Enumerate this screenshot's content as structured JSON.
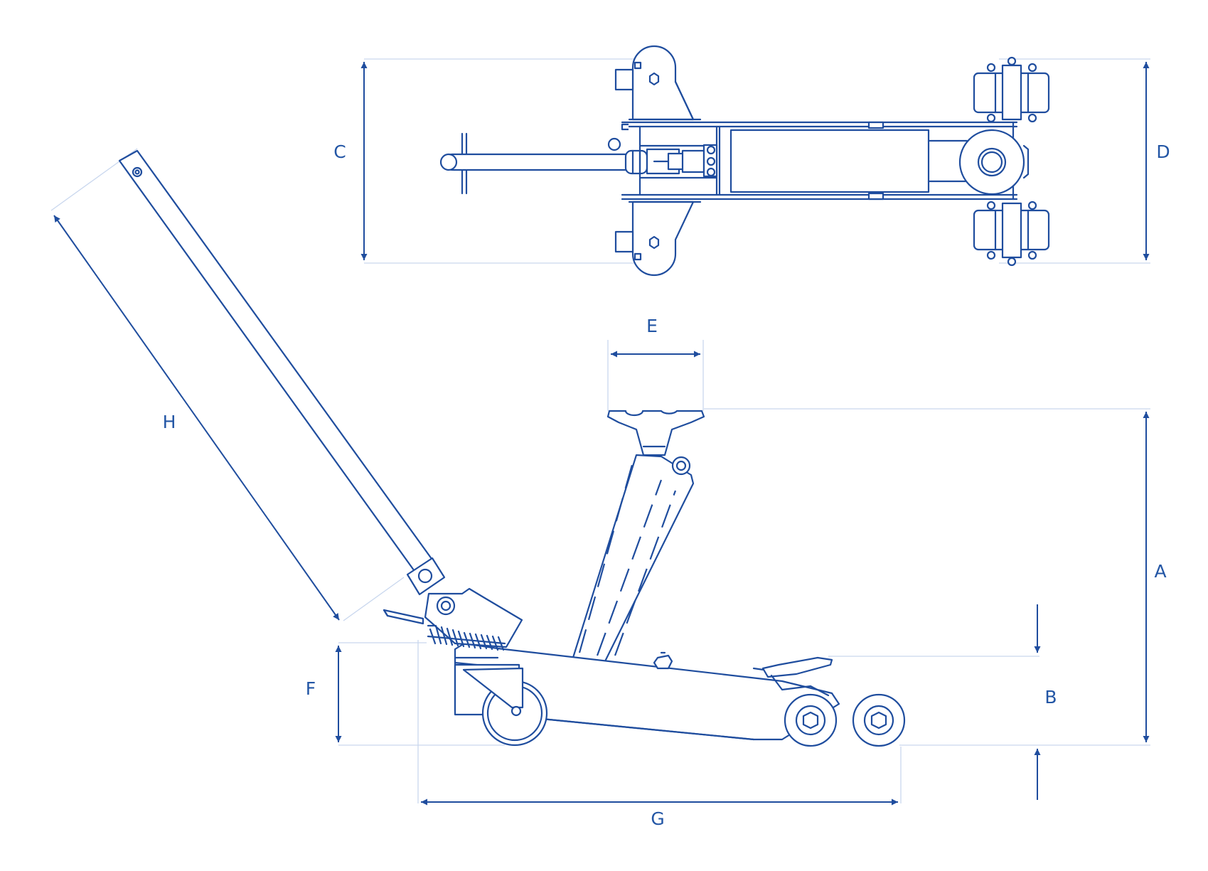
{
  "colors": {
    "line": "#1f4d9e",
    "extension": "#c9d7ee",
    "label": "#2356a5",
    "background": "#ffffff"
  },
  "top_view": {
    "dimensions": {
      "C": "C",
      "D": "D"
    }
  },
  "side_view": {
    "dimensions": {
      "A": "A",
      "B": "B",
      "E": "E",
      "F": "F",
      "G": "G",
      "H": "H"
    }
  }
}
